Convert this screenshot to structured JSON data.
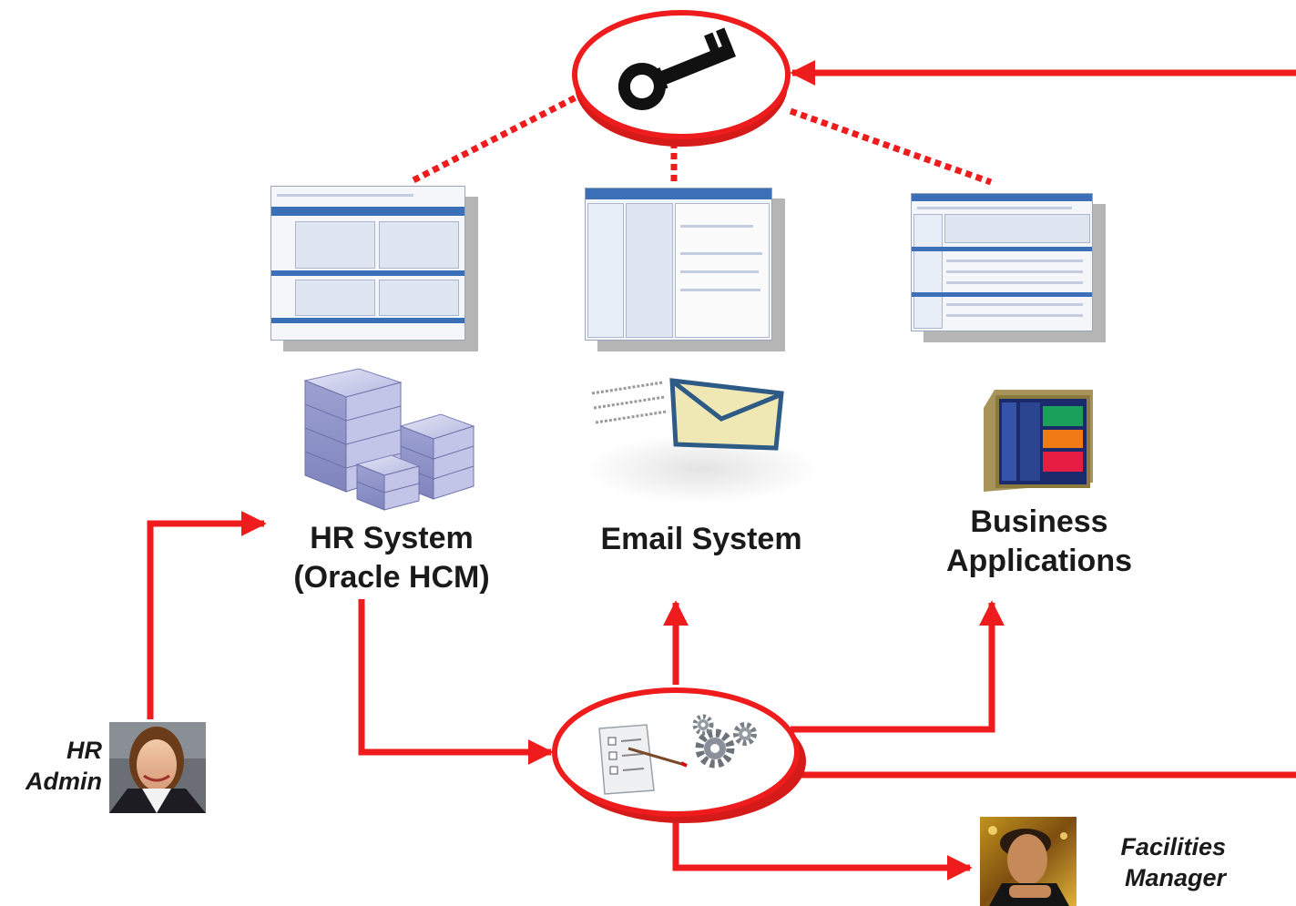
{
  "systems": {
    "hr_line1": "HR System",
    "hr_line2": "(Oracle HCM)",
    "email": "Email System",
    "business_line1": "Business",
    "business_line2": "Applications"
  },
  "people": {
    "hr_admin_line1": "HR",
    "hr_admin_line2": "Admin",
    "facilities_line1": "Facilities",
    "facilities_line2": "Manager"
  },
  "icons": {
    "central_hub": "key-icon",
    "provisioning": "workflow-gears-icon",
    "hr": "server-stack-icon",
    "email": "envelope-icon",
    "apps": "application-window-icon"
  },
  "colors": {
    "connector": "#ee1c1c",
    "server": "#a9acd8",
    "envelope": "#efe8b4",
    "window_frame": "#8a7a3c",
    "window_blue": "#3553a8",
    "window_green": "#1aa05a",
    "window_orange": "#f07a14",
    "window_red": "#e61e44"
  }
}
